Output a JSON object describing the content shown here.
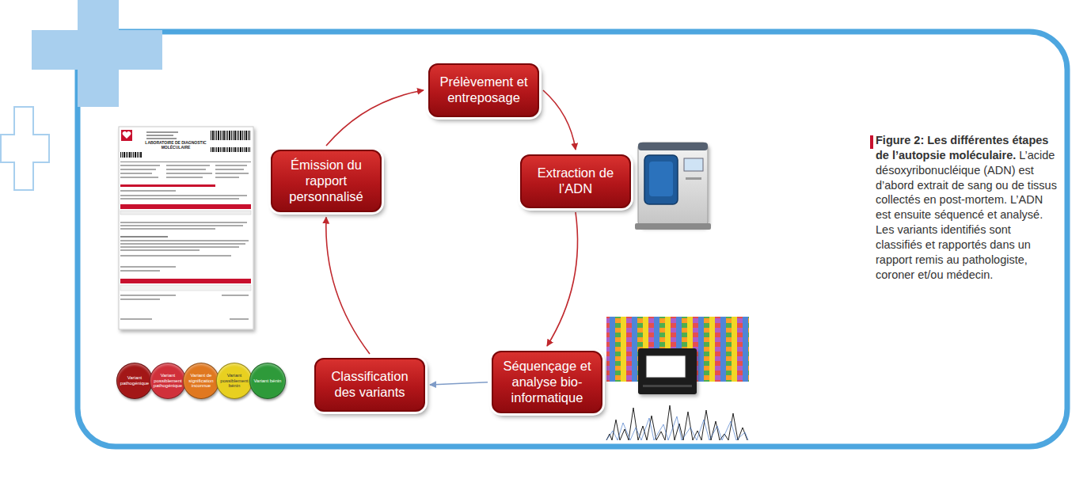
{
  "diagram": {
    "title": "Figure 2: Les différentes étapes de l’autopsie moléculaire.",
    "caption": "L’acide désoxyribonucléique (ADN) est d’abord extrait de sang ou de tissus collectés en post-mortem. L’ADN est ensuite séquencé et analysé. Les variants identifiés sont classifiés et rapportés dans un rapport remis au pathologiste, coroner et/ou médecin.",
    "nodes": [
      {
        "text": [
          "Prélèvement et entreposage"
        ]
      },
      {
        "text": [
          "Extraction de l’ADN"
        ]
      },
      {
        "text": [
          "Séquençage et analyse bio-informatique"
        ]
      },
      {
        "text": [
          "Classification des variants"
        ]
      },
      {
        "text": [
          "Émission du rapport personnalisé"
        ]
      },
      {
        "text": [
          "Variant pathogénique"
        ]
      },
      {
        "text": [
          "Variant possiblement pathogénique"
        ]
      },
      {
        "text": [
          "Variant de signification inconnue"
        ]
      },
      {
        "text": [
          "Variant possiblement bénin"
        ]
      },
      {
        "text": [
          "Variant bénin"
        ]
      }
    ],
    "edges": [
      {
        "from": 0,
        "to": 1,
        "arrow": "to"
      },
      {
        "from": 1,
        "to": 2,
        "arrow": "to"
      },
      {
        "from": 2,
        "to": 3,
        "arrow": "to"
      },
      {
        "from": 3,
        "to": 4,
        "arrow": "to"
      },
      {
        "from": 4,
        "to": 0,
        "arrow": "to"
      }
    ],
    "labels": [
      "LABORATOIRE DE DIAGNOSTIC MOLÉCULAIRE"
    ]
  }
}
